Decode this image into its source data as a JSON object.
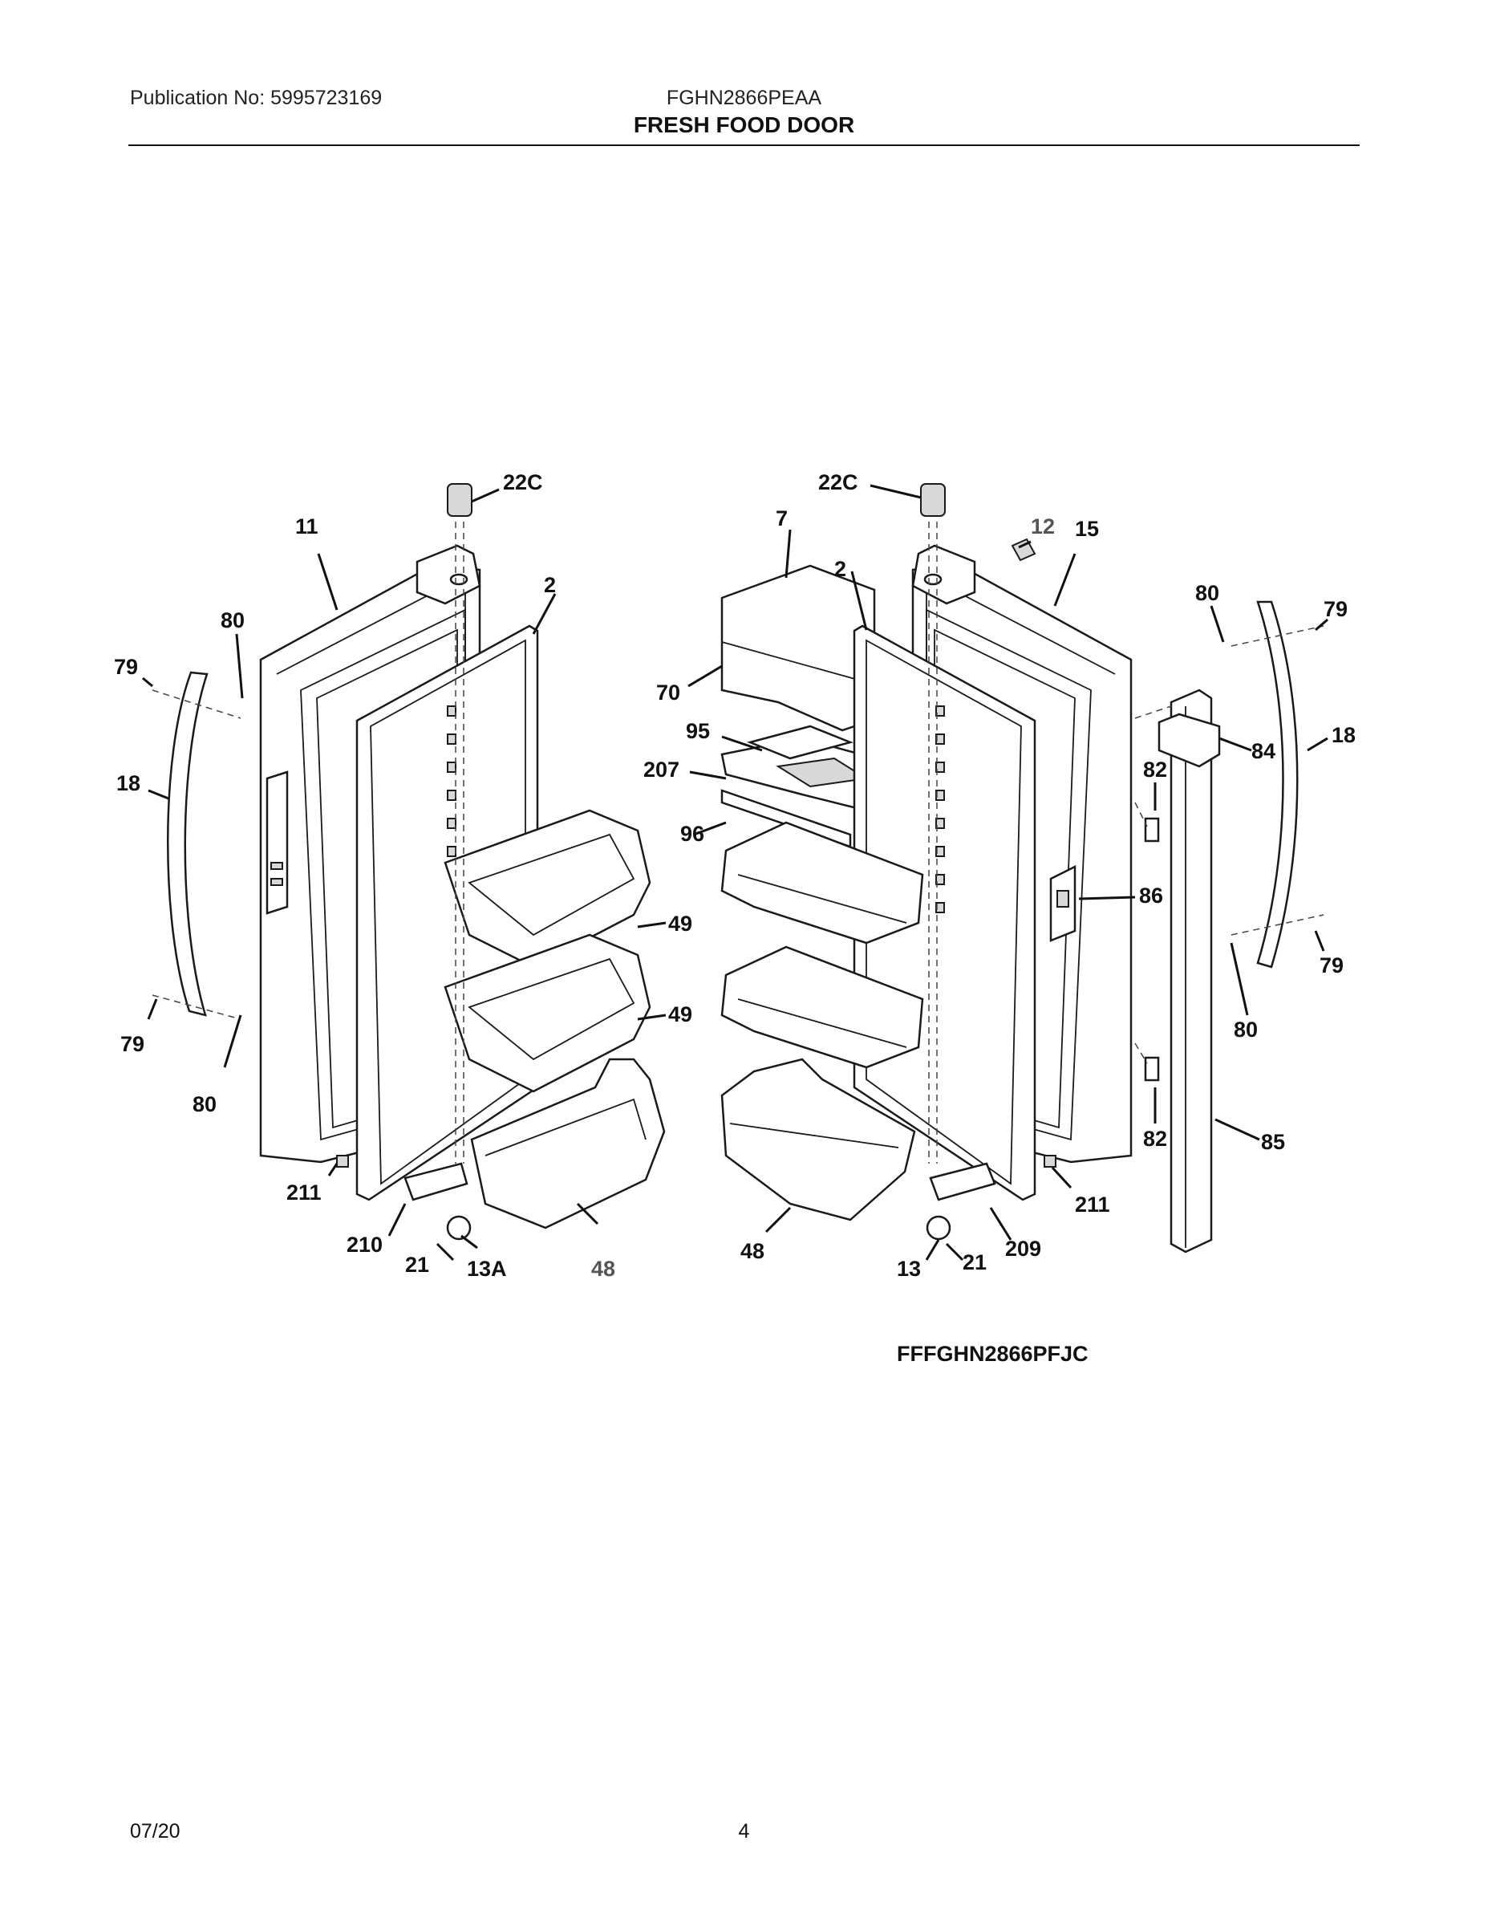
{
  "header": {
    "publication": "Publication No: 5995723169",
    "model": "FGHN2866PEAA",
    "section_title": "FRESH FOOD DOOR"
  },
  "callouts": {
    "c22c_left": "22C",
    "c11": "11",
    "c2_left": "2",
    "c80_left_top": "80",
    "c79_left_top": "79",
    "c18_left": "18",
    "c79_left_bottom": "79",
    "c80_left_bottom": "80",
    "c211_left": "211",
    "c210": "210",
    "c21_left": "21",
    "c13a": "13A",
    "c48_left": "48",
    "c49_top": "49",
    "c49_bottom": "49",
    "c22c_right": "22C",
    "c7": "7",
    "c2_right": "2",
    "c12": "12",
    "c15": "15",
    "c70": "70",
    "c95": "95",
    "c207": "207",
    "c96": "96",
    "c80_right_top": "80",
    "c79_right_top": "79",
    "c84": "84",
    "c18_right": "18",
    "c82_top": "82",
    "c86": "86",
    "c79_right_bottom": "79",
    "c80_right_bottom": "80",
    "c82_bottom": "82",
    "c85": "85",
    "c211_right": "211",
    "c209": "209",
    "c21_right": "21",
    "c13": "13",
    "c48_right": "48"
  },
  "diagram_code": "FFFGHN2866PFJC",
  "footer": {
    "date": "07/20",
    "page": "4"
  }
}
